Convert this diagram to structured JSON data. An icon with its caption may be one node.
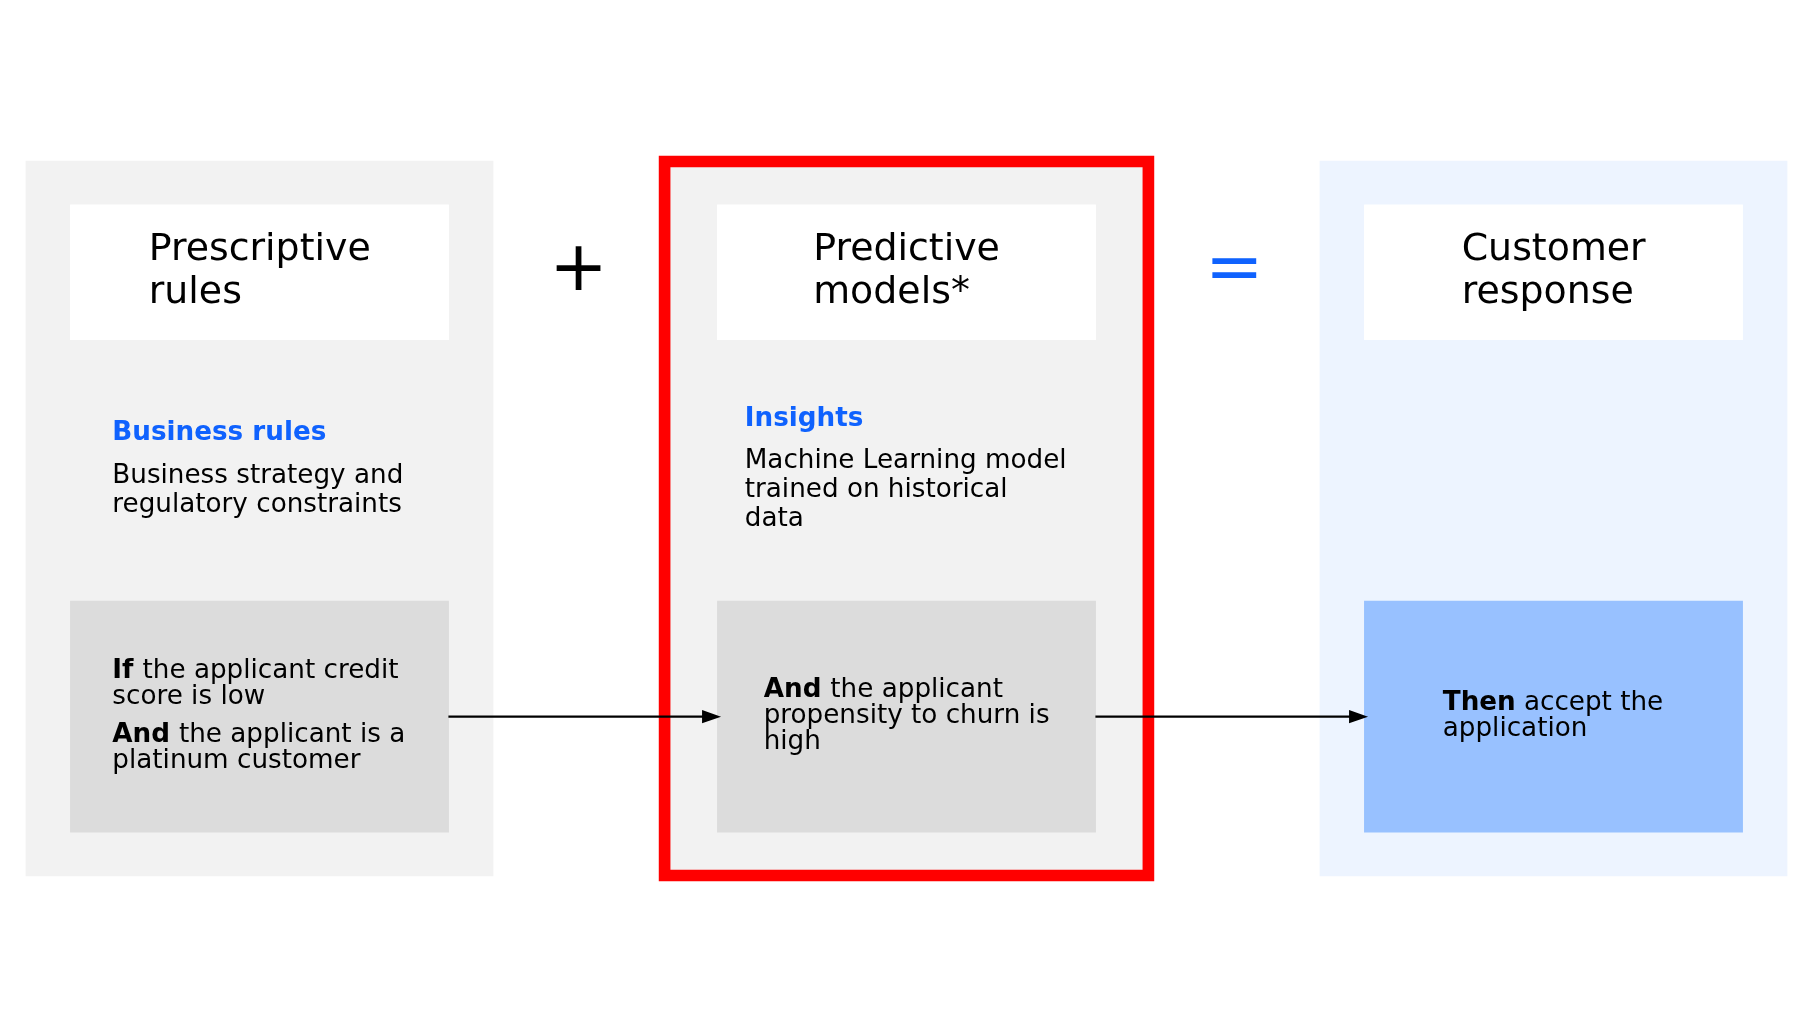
{
  "diagram": {
    "nodes": [
      {
        "text": [],
        "shape": "box"
      },
      {
        "text": [
          "Prescriptive rules"
        ],
        "in": 0
      },
      {
        "text": [
          "Business rules",
          "Business strategy and regulatory constraints"
        ],
        "in": 0
      },
      {
        "text": [
          "**If** the applicant credit score is low",
          "**And** the applicant is a platinum customer"
        ],
        "in": 0
      },
      {
        "text": [],
        "shape": "box"
      },
      {
        "text": [
          "Predictive models*"
        ],
        "in": 4
      },
      {
        "text": [
          "Insights",
          "Machine Learning model trained on historical data"
        ],
        "in": 4
      },
      {
        "text": [
          "**And** the applicant propensity to churn is high"
        ],
        "in": 4
      },
      {
        "text": [],
        "shape": "box"
      },
      {
        "text": [
          "Customer response"
        ],
        "in": 8
      },
      {
        "text": [
          "**Then** accept the application"
        ],
        "in": 8
      }
    ],
    "edges": [
      {
        "from": 3,
        "to": 7,
        "arrow": "to"
      },
      {
        "from": 7,
        "to": 10,
        "arrow": "to"
      }
    ],
    "labels": [
      "+",
      "="
    ]
  }
}
